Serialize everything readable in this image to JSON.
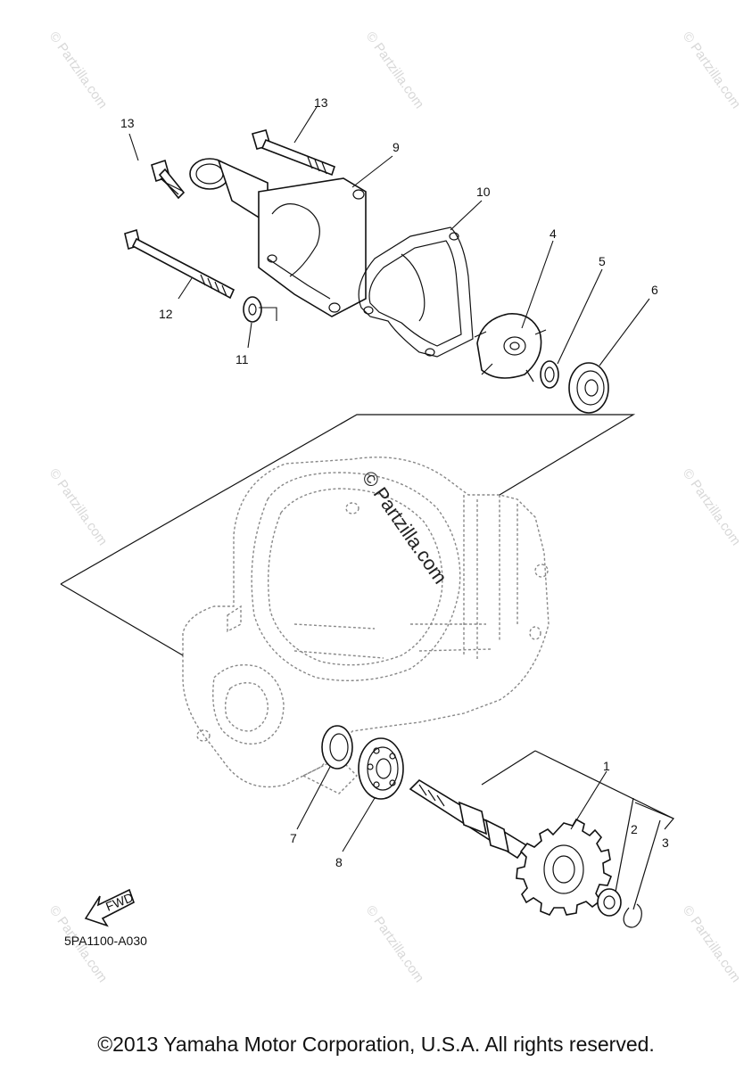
{
  "diagram": {
    "callouts": [
      {
        "id": "1",
        "label": "1"
      },
      {
        "id": "2",
        "label": "2"
      },
      {
        "id": "3",
        "label": "3"
      },
      {
        "id": "4",
        "label": "4"
      },
      {
        "id": "5",
        "label": "5"
      },
      {
        "id": "6",
        "label": "6"
      },
      {
        "id": "7",
        "label": "7"
      },
      {
        "id": "8",
        "label": "8"
      },
      {
        "id": "9",
        "label": "9"
      },
      {
        "id": "10",
        "label": "10"
      },
      {
        "id": "11",
        "label": "11"
      },
      {
        "id": "12",
        "label": "12"
      },
      {
        "id": "13a",
        "label": "13"
      },
      {
        "id": "13b",
        "label": "13"
      }
    ],
    "watermark_small": "© Partzilla.com",
    "watermark_center": "© Partzilla.com",
    "fwd_label": "FWD",
    "reference_code": "5PA1100-A030",
    "copyright": "©2013 Yamaha Motor Corporation, U.S.A. All rights reserved."
  }
}
